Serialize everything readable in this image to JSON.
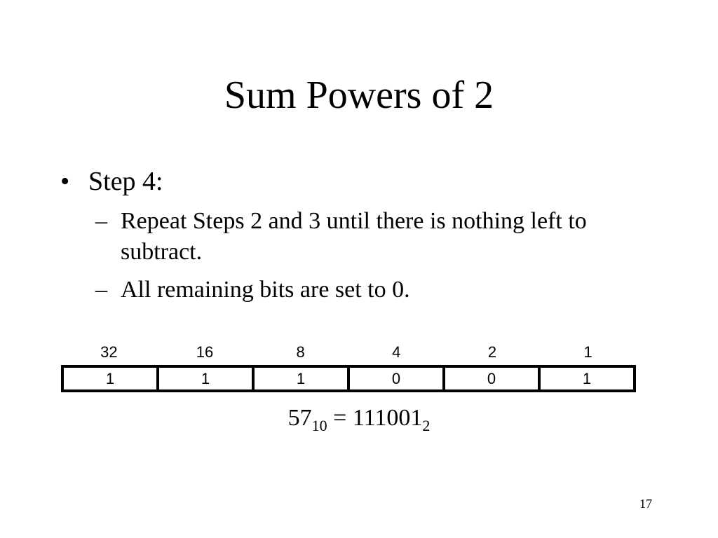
{
  "slide": {
    "title": "Sum Powers of 2",
    "bullet": {
      "marker": "•",
      "text": "Step 4:",
      "sub_items": [
        {
          "marker": "–",
          "text": "Repeat Steps 2 and 3 until there is nothing left to subtract."
        },
        {
          "marker": "–",
          "text": "All remaining bits are set to 0."
        }
      ]
    },
    "bit_table": {
      "place_values": [
        "32",
        "16",
        "8",
        "4",
        "2",
        "1"
      ],
      "bits": [
        "1",
        "1",
        "1",
        "0",
        "0",
        "1"
      ]
    },
    "equation": {
      "decimal": "57",
      "decimal_base": "10",
      "operator": " = ",
      "binary": "111001",
      "binary_base": "2"
    },
    "page_number": "17"
  }
}
